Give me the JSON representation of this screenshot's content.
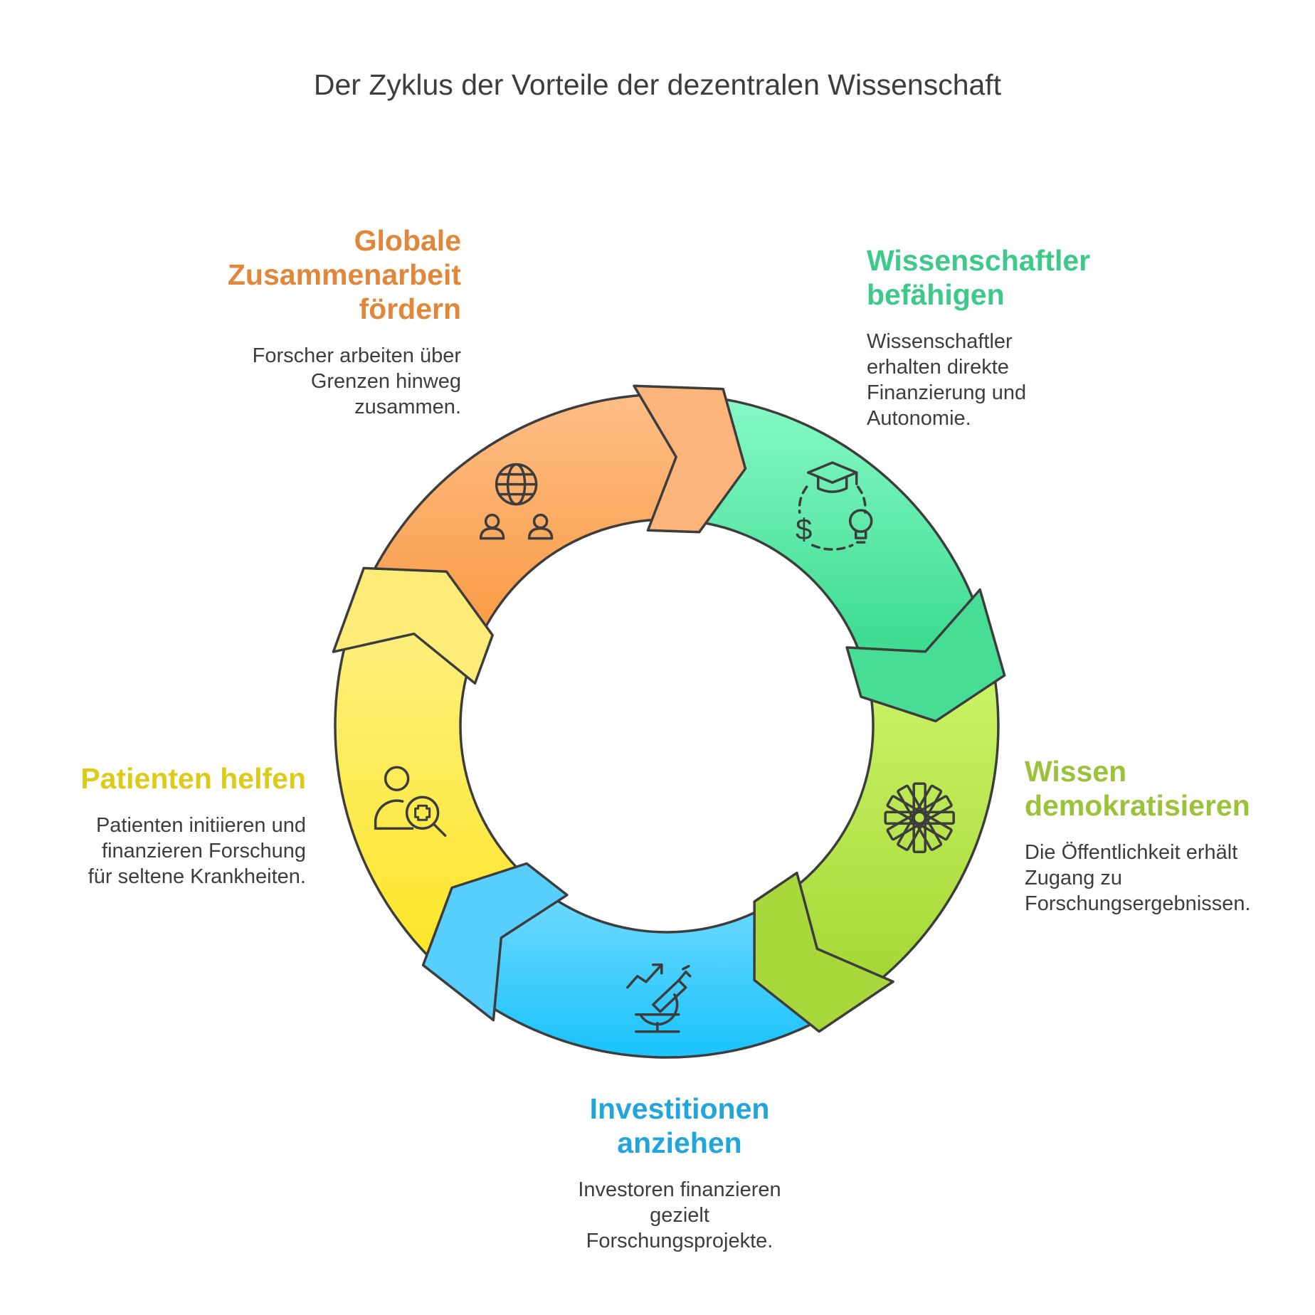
{
  "title": "Der Zyklus der Vorteile der dezentralen Wissenschaft",
  "colors": {
    "outline": "#3d3d3d",
    "orange": "#e0873a",
    "green": "#3dc98a",
    "lime": "#9bc23a",
    "blue": "#22a4dc",
    "yellow": "#dccb1a"
  },
  "stages": [
    {
      "id": "wissenschaftler",
      "heading_lines": [
        "Wissenschaftler",
        "befähigen"
      ],
      "desc_lines": [
        "Wissenschaftler",
        "erhalten direkte",
        "Finanzierung und",
        "Autonomie."
      ],
      "icon": "graduation-cap-money-bulb-icon"
    },
    {
      "id": "wissen",
      "heading_lines": [
        "Wissen",
        "demokratisieren"
      ],
      "desc_lines": [
        "Die Öffentlichkeit erhält",
        "Zugang zu",
        "Forschungsergebnissen."
      ],
      "icon": "asterisk-burst-icon"
    },
    {
      "id": "investitionen",
      "heading_lines": [
        "Investitionen",
        "anziehen"
      ],
      "desc_lines": [
        "Investoren finanzieren",
        "gezielt",
        "Forschungsprojekte."
      ],
      "icon": "microscope-growth-icon"
    },
    {
      "id": "patienten",
      "heading_lines": [
        "Patienten helfen"
      ],
      "desc_lines": [
        "Patienten initiieren und",
        "finanzieren Forschung",
        "für seltene Krankheiten."
      ],
      "icon": "patient-search-icon"
    },
    {
      "id": "global",
      "heading_lines": [
        "Globale",
        "Zusammenarbeit",
        "fördern"
      ],
      "desc_lines": [
        "Forscher arbeiten über",
        "Grenzen hinweg",
        "zusammen."
      ],
      "icon": "globe-people-icon"
    }
  ]
}
